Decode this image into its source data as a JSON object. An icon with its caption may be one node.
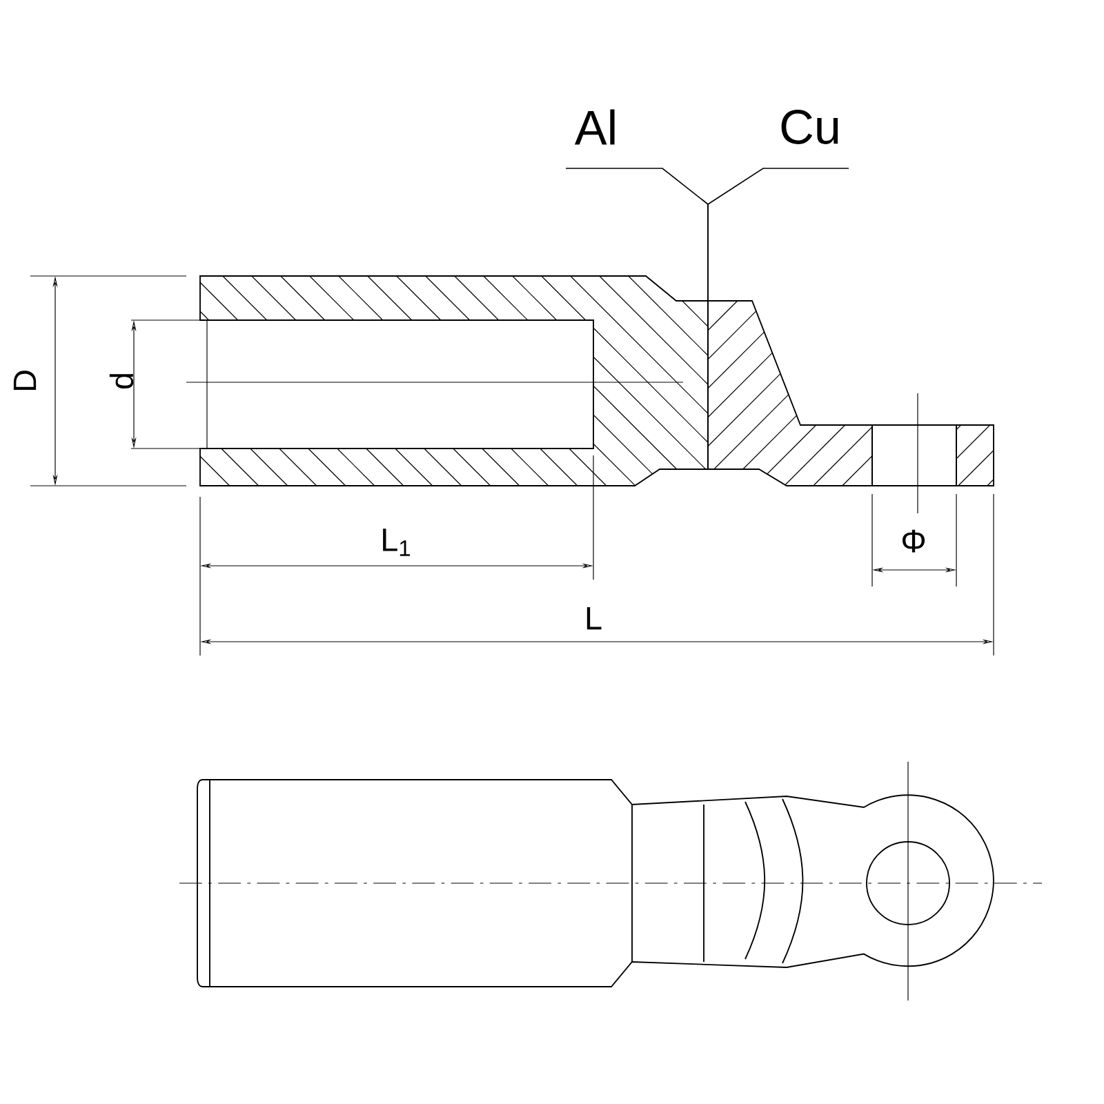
{
  "diagram": {
    "nodes": [
      {
        "text": [
          "Al"
        ]
      },
      {
        "text": [
          "Cu"
        ]
      }
    ],
    "edges": [
      {
        "from": 0,
        "to": null,
        "arrow": "none"
      },
      {
        "from": 1,
        "to": null,
        "arrow": "none"
      }
    ],
    "labels": [
      "D",
      "d",
      "L$_{1}$",
      "L",
      "Φ"
    ]
  }
}
